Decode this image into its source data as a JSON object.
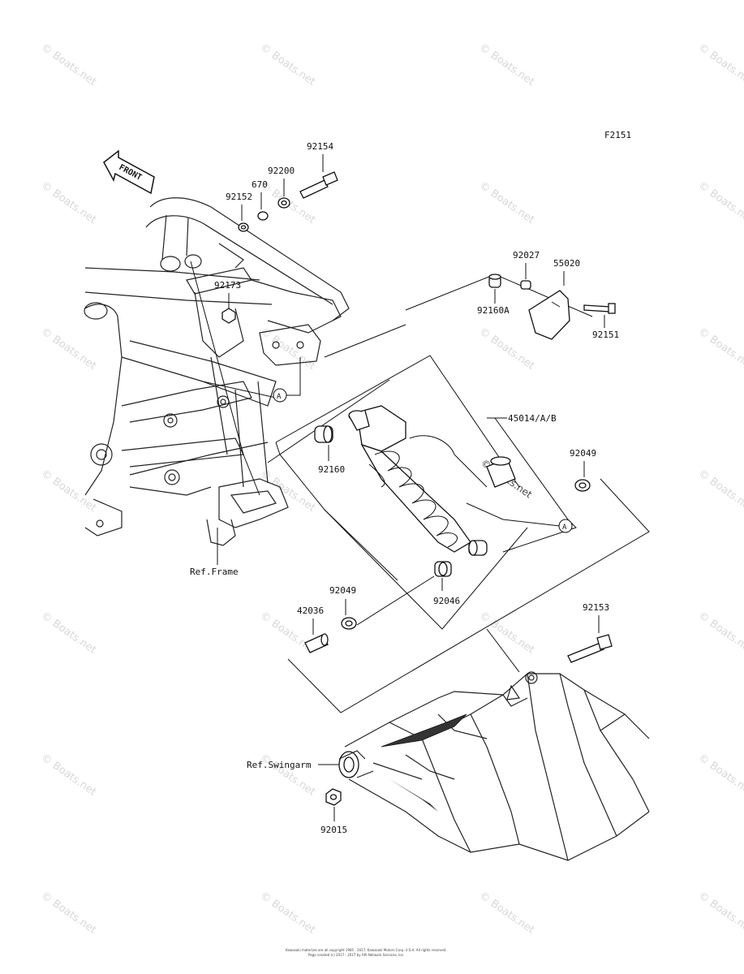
{
  "diagram": {
    "code": "F2151",
    "front_label": "FRONT",
    "watermark": "© Boats.net",
    "copyright_line1": "Kawasaki materials are all copyright 1985 - 2017, Kawasaki Motors Corp. U.S.A. All rights reserved.",
    "copyright_line2": "Page created (c) 2017 - 2017 by ARI Network Services, Inc.",
    "refs": {
      "frame": "Ref.Frame",
      "swingarm": "Ref.Swingarm"
    },
    "callout_letter": "A",
    "parts": {
      "p92154": "92154",
      "p92200": "92200",
      "p670": "670",
      "p92152": "92152",
      "p92173": "92173",
      "p92027": "92027",
      "p55020": "55020",
      "p92160A": "92160A",
      "p92151": "92151",
      "p45014": "45014/A/B",
      "p92160": "92160",
      "p92049_right": "92049",
      "p92046": "92046",
      "p92049_left": "92049",
      "p42036": "42036",
      "p92153": "92153",
      "p92015": "92015"
    }
  }
}
